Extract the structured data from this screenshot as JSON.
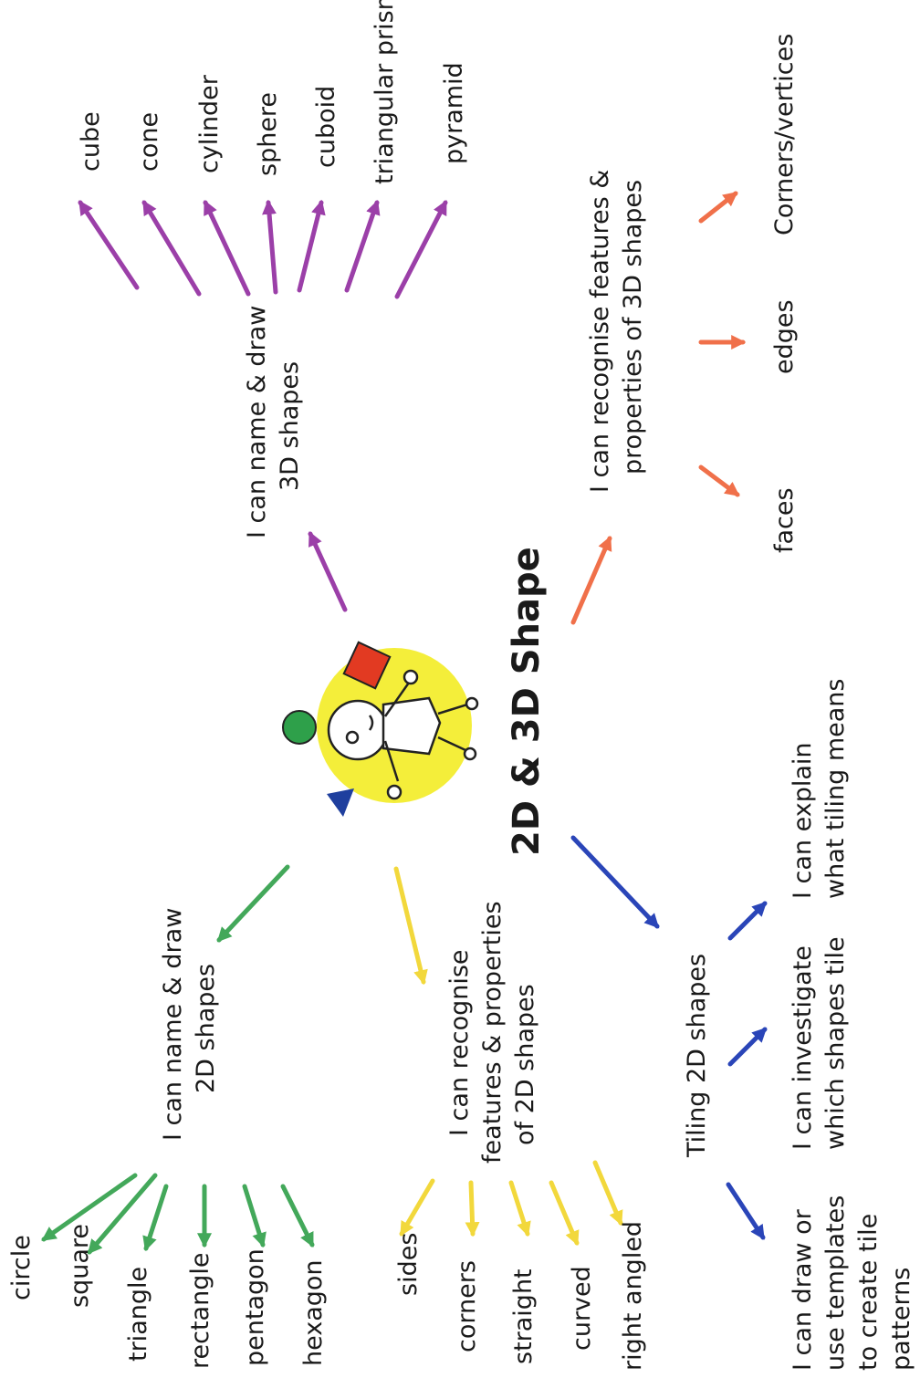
{
  "title": "2D & 3D Shape",
  "colors": {
    "purple": "#9b3fa8",
    "orange": "#f0704a",
    "green": "#43a85a",
    "yellow": "#f2d83c",
    "blue": "#2a45b8",
    "title": "#3a3aa8"
  },
  "mascot": {
    "halo_color": "#f4ee3a",
    "square_color": "#e23a22",
    "ball_color": "#2ea04a",
    "triangle_color": "#1f3f9e"
  },
  "branches": {
    "name_3d": {
      "heading_lines": [
        "I can name & draw",
        "3D shapes"
      ],
      "items": [
        "cube",
        "cone",
        "cylinder",
        "sphere",
        "cuboid",
        "triangular prism",
        "pyramid"
      ]
    },
    "features_3d": {
      "heading_lines": [
        "I can recognise features &",
        "properties of 3D shapes"
      ],
      "items": [
        "faces",
        "edges",
        "Corners/vertices"
      ]
    },
    "name_2d": {
      "heading_lines": [
        "I can name & draw",
        "2D shapes"
      ],
      "items": [
        "circle",
        "square",
        "triangle",
        "rectangle",
        "pentagon",
        "hexagon"
      ]
    },
    "features_2d": {
      "heading_lines": [
        "I can recognise",
        "features & properties",
        "of 2D shapes"
      ],
      "items": [
        "sides",
        "corners",
        "straight",
        "curved",
        "right angled"
      ]
    },
    "tiling": {
      "heading": "Tiling 2D shapes",
      "items": [
        [
          "I can draw or",
          "use templates",
          "to create tile",
          "patterns"
        ],
        [
          "I can investigate",
          "which shapes tile"
        ],
        [
          "I can explain",
          "what tiling means"
        ]
      ]
    }
  }
}
